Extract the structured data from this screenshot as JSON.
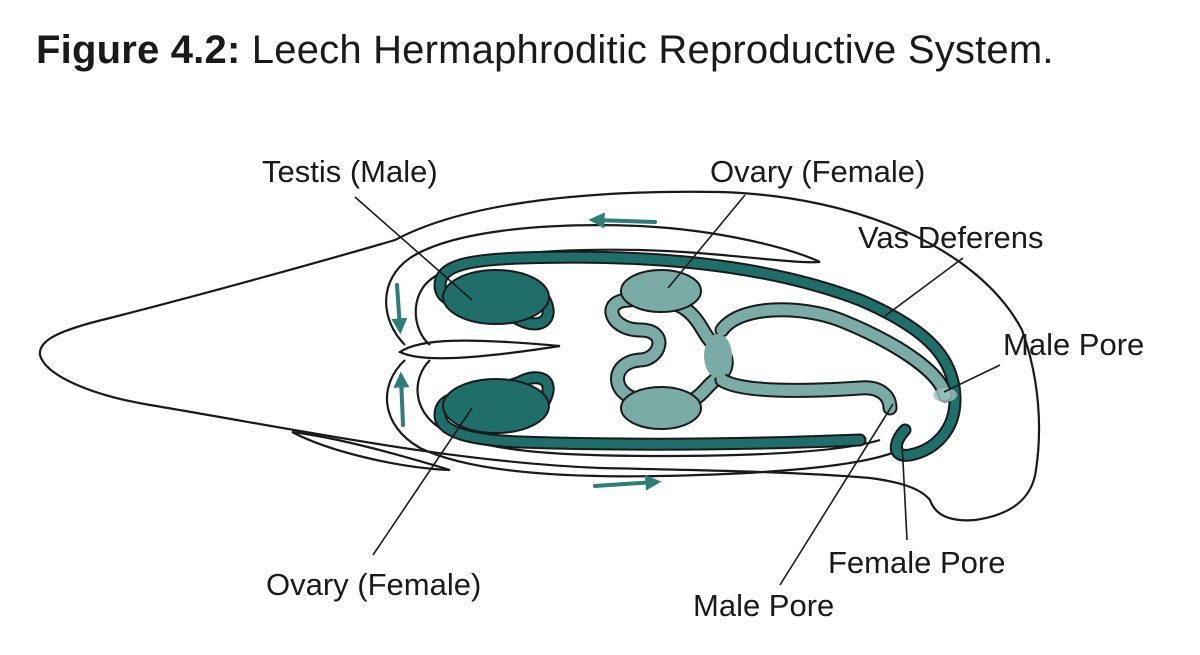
{
  "title": {
    "figure_number": "Figure 4.2:",
    "text": "Leech Hermaphroditic Reproductive System."
  },
  "labels": {
    "testis_male": "Testis (Male)",
    "ovary_female_top": "Ovary (Female)",
    "vas_deferens": "Vas Deferens",
    "male_pore_right": "Male Pore",
    "ovary_female_bottom": "Ovary (Female)",
    "female_pore": "Female Pore",
    "male_pore_bottom": "Male Pore"
  },
  "colors": {
    "teal_dark": "#1f6e6a",
    "teal_light": "#7aaba6",
    "arrow": "#2e7d77",
    "outline": "#1a1a1a"
  }
}
